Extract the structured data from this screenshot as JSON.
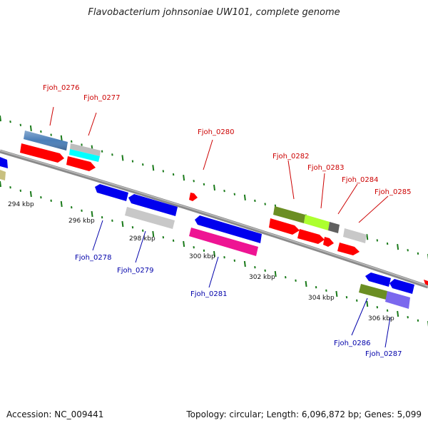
{
  "title": "Flavobacterium johnsoniae UW101, complete genome",
  "footer": {
    "accession": "Accession: NC_009441",
    "summary": "Topology: circular; Length: 6,096,872 bp; Genes: 5,099"
  },
  "colors": {
    "forward_label": "#cc0000",
    "reverse_label": "#0000aa",
    "tick": "#1a7a1a",
    "backbone": "#8a8a8a"
  },
  "kbp_labels": [
    "294 kbp",
    "296 kbp",
    "298 kbp",
    "300 kbp",
    "302 kbp",
    "304 kbp",
    "306 kbp"
  ],
  "gene_labels": {
    "g0276": "Fjoh_0276",
    "g0277": "Fjoh_0277",
    "g0278": "Fjoh_0278",
    "g0279": "Fjoh_0279",
    "g0280": "Fjoh_0280",
    "g0281": "Fjoh_0281",
    "g0282": "Fjoh_0282",
    "g0283": "Fjoh_0283",
    "g0284": "Fjoh_0284",
    "g0285": "Fjoh_0285",
    "g0286": "Fjoh_0286",
    "g0287": "Fjoh_0287"
  }
}
